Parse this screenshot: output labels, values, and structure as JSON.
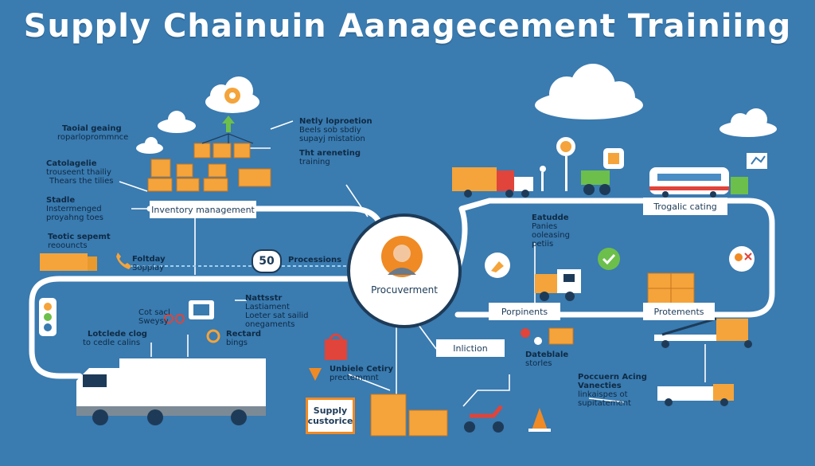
{
  "title": "Supply Chainuin Aanagecement  Trainiing",
  "hub": {
    "label": "Procuverment"
  },
  "badge": "50",
  "boxes": {
    "inventory": "Inventory management",
    "tragalic": "Trogalic cating",
    "porpinments": "Porpinents",
    "protements": "Protements",
    "inliction": "Inliction"
  },
  "supply_box": {
    "line1": "Supply",
    "line2": "custorice"
  },
  "labels": {
    "tl1a": "Taoial geaing",
    "tl1b": "roparloprommnce",
    "tl2a": "Catolagelie",
    "tl2b": "trouseent thailiy",
    "tl2c": "Thears the tilies",
    "tl3a": "Stadle",
    "tl3b": "Instermenged",
    "tl3c": "proyahng toes",
    "tl4a": "Teotic sepemt",
    "tl4b": "reoouncts",
    "tc1a": "Netly loproetion",
    "tc1b": "Beels sob sbdiy",
    "tc1c": "supayj mistation",
    "tc2a": "Tht areneting",
    "tc2b": "training",
    "fos1": "Foltday",
    "fos2": "Soppiay",
    "processions": "Processions",
    "mid1": "Cot sacl",
    "mid2": "Sweysy",
    "nm1": "Nattsstr",
    "nm2": "Lastiament",
    "nm3": "Loeter sat sailid",
    "nm4": "onegaments",
    "rb1": "Rectard",
    "rb2": "bings",
    "ld1": "Lotclede clog",
    "ld2": "to cedle calins",
    "uc1": "Unbiele Cetiry",
    "uc2": "prectemmnt",
    "ea1": "Eatudde",
    "ea2": "Panies",
    "ea3": "ooleasing",
    "ea4": "petiis",
    "ds1": "Dateblale",
    "ds2": "storles",
    "pa1": "Poccuern Acing",
    "pa2": "Vanecties",
    "pa3": "linkaispes ot",
    "pa4": "supitatement"
  },
  "icons": [
    "cloud-icon",
    "gear-icon",
    "person-icon",
    "truck-icon",
    "checkmark-icon",
    "traffic-cone-icon",
    "forklift-icon",
    "train-icon",
    "crate-icon"
  ],
  "colors": {
    "background": "#3a7bb0",
    "path": "#ffffff",
    "accent": "#f08a24",
    "crate": "#f4a43a",
    "green": "#6cbf4a",
    "red": "#e0443a",
    "navy": "#1d3b58"
  }
}
